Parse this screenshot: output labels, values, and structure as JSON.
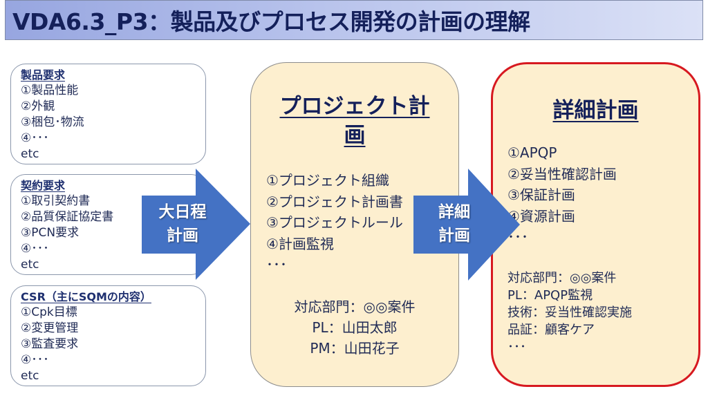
{
  "title": "VDA6.3_P3：製品及びプロセス開発の計画の理解",
  "colors": {
    "title_gradient_start": "#97a6e0",
    "title_gradient_end": "#dbe1f6",
    "title_text": "#14205a",
    "arrow": "#4472c4",
    "plan_box_fill": "#fdefcf",
    "highlight_border": "#d71920",
    "body_text": "#1f2a55"
  },
  "requirements": [
    {
      "heading": "製品要求",
      "items": [
        "①製品性能",
        "②外観",
        "③梱包･物流",
        "④･･･",
        "etc"
      ]
    },
    {
      "heading": "契約要求",
      "items": [
        "①取引契約書",
        "②品質保証協定書",
        "③PCN要求",
        "④･･･",
        "etc"
      ]
    },
    {
      "heading": "CSR（主にSQMの内容）",
      "items": [
        "①Cpk目標",
        "②変更管理",
        "③監査要求",
        "④･･･",
        "etc"
      ]
    }
  ],
  "arrows": [
    {
      "line1": "大日程",
      "line2": "計画"
    },
    {
      "line1": "詳細",
      "line2": "計画"
    }
  ],
  "project_plan": {
    "title_line1": "プロジェクト計",
    "title_line2": "画",
    "items": [
      "①プロジェクト組織",
      "②プロジェクト計画書",
      "③プロジェクトルール",
      "④計画監視",
      "･･･"
    ],
    "footer": [
      "対応部門：◎◎案件",
      "PL：山田太郎",
      "PM：山田花子"
    ]
  },
  "detail_plan": {
    "title": "詳細計画",
    "items": [
      "①APQP",
      "②妥当性確認計画",
      "③保証計画",
      "④資源計画",
      "･･･"
    ],
    "footer": [
      "対応部門：◎◎案件",
      "PL：APQP監視",
      "技術：妥当性確認実施",
      "品証：顧客ケア",
      "･･･"
    ]
  }
}
